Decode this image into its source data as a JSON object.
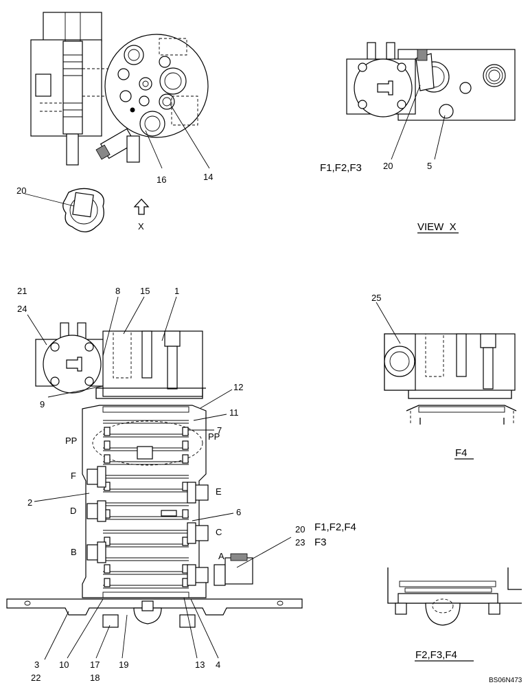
{
  "callouts": {
    "c20_topleft": "20",
    "c16": "16",
    "c14": "14",
    "c20_viewx": "20",
    "c5": "5",
    "f123_viewx": "F1,F2,F3",
    "view_x": "VIEW  X",
    "x_arrow": "X",
    "c21": "21",
    "c24": "24",
    "c8": "8",
    "c15": "15",
    "c1": "1",
    "c9": "9",
    "c12": "12",
    "c11": "11",
    "c7": "7",
    "pp_left": "PP",
    "pp_right": "PP",
    "port_f": "F",
    "port_e": "E",
    "port_d": "D",
    "port_c": "C",
    "port_b": "B",
    "port_a": "A",
    "c2": "2",
    "c6": "6",
    "c20_main": "20",
    "c23_main": "23",
    "f124": "F1,F2,F4",
    "f3": "F3",
    "c25": "25",
    "f4": "F4",
    "c3": "3",
    "c22": "22",
    "c10": "10",
    "c17": "17",
    "c18": "18",
    "c19": "19",
    "c13": "13",
    "c4": "4",
    "f234": "F2,F3,F4"
  },
  "drawing_code": "BS06N473"
}
